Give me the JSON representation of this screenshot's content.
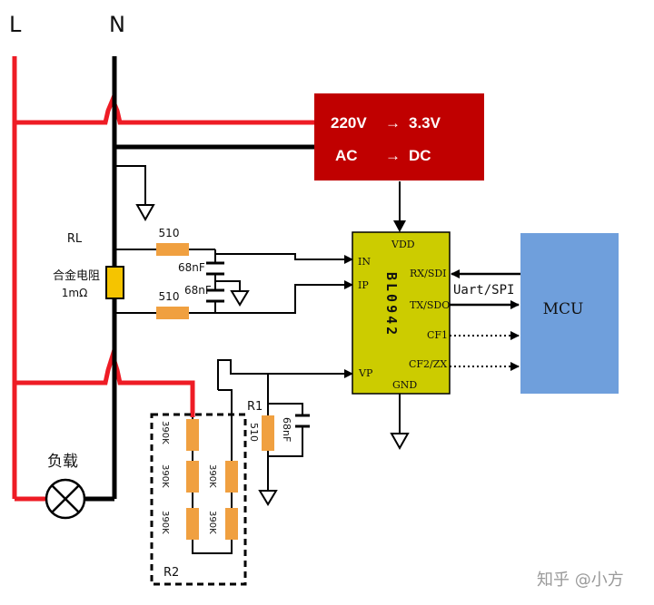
{
  "lines": {
    "l": "L",
    "n": "N"
  },
  "power": {
    "line1_in": "220V",
    "line1_out": "3.3V",
    "line2_in": "AC",
    "line2_out": "DC",
    "arrow": "→"
  },
  "shunt": {
    "name": "RL",
    "desc": "合金电阻",
    "value": "1mΩ"
  },
  "filter": {
    "r_top": "510",
    "r_bot": "510",
    "c_top": "68nF",
    "c_bot": "68nF"
  },
  "chip": {
    "name": "BL0942",
    "pins": {
      "vdd": "VDD",
      "in": "IN",
      "ip": "IP",
      "vp": "VP",
      "gnd": "GND",
      "rx": "RX/SDI",
      "tx": "TX/SDO",
      "cf1": "CF1",
      "cf2": "CF2/ZX"
    }
  },
  "bus": {
    "label": "Uart/SPI"
  },
  "mcu": {
    "label": "MCU"
  },
  "divider": {
    "r1_name": "R1",
    "r1_value": "510",
    "r1_cap": "68nF",
    "r2_name": "R2",
    "resistors": [
      "390K",
      "390K",
      "390K",
      "390K",
      "390K"
    ]
  },
  "load": {
    "label": "负载"
  },
  "watermark": "知乎 @小方",
  "colors": {
    "live": "#ee1c25",
    "neutral": "#000000",
    "power_box": "#c00000",
    "chip": "#cccc00",
    "mcu": "#6f9fdc",
    "resistor": "#f0a040",
    "shunt": "#f5c400"
  }
}
